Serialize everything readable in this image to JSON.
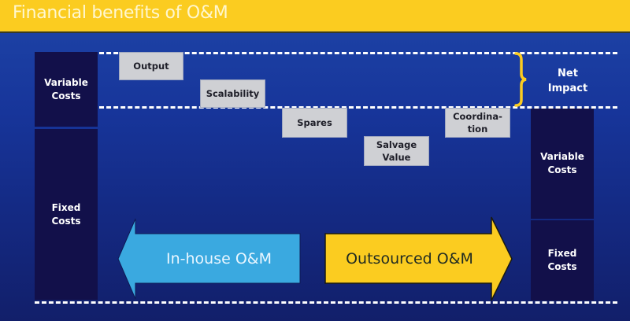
{
  "title": "Financial benefits of O&M",
  "colors": {
    "title_bar": "#fbcc20",
    "background": "#17359a",
    "column": "#12104a",
    "factor_box": "#cfd0d4",
    "inhouse_arrow": "#3aa9e0",
    "outsourced_arrow": "#fbcc20",
    "brace": "#fbcc20"
  },
  "left_column": {
    "variable_label": "Variable\nCosts",
    "fixed_label": "Fixed\nCosts"
  },
  "right_column": {
    "variable_label": "Variable\nCosts",
    "fixed_label": "Fixed\nCosts"
  },
  "factors": [
    {
      "label": "Output"
    },
    {
      "label": "Scalability"
    },
    {
      "label": "Spares"
    },
    {
      "label": "Salvage\nValue"
    },
    {
      "label": "Coordina-\ntion"
    }
  ],
  "net_impact_label": "Net\nImpact",
  "arrows": {
    "inhouse": "In-house O&M",
    "outsourced": "Outsourced O&M"
  }
}
